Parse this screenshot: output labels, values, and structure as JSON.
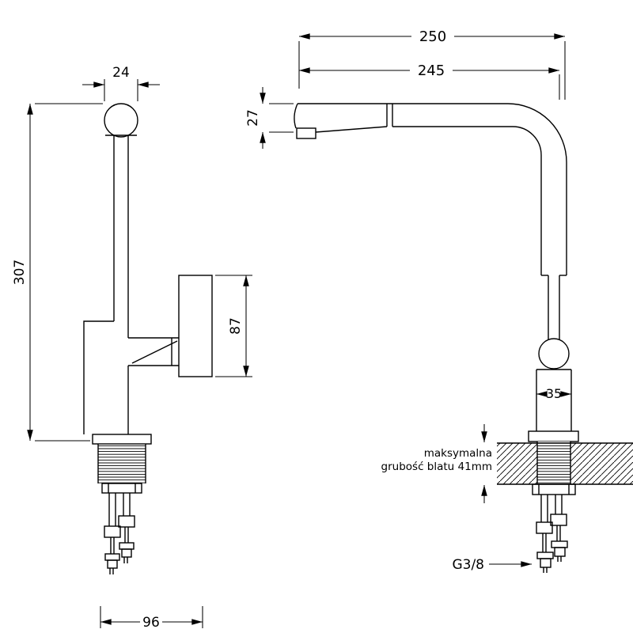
{
  "left_view": {
    "dim_spout_cap_width": "24",
    "dim_total_height": "307",
    "dim_handle_height": "87",
    "dim_base_width": "96"
  },
  "right_view": {
    "dim_overall_depth": "250",
    "dim_spout_reach": "245",
    "dim_spout_height": "27",
    "dim_body_width": "35",
    "countertop_note_line1": "maksymalna",
    "countertop_note_line2": "grubość blatu 41mm",
    "hose_thread_label": "G3/8"
  }
}
